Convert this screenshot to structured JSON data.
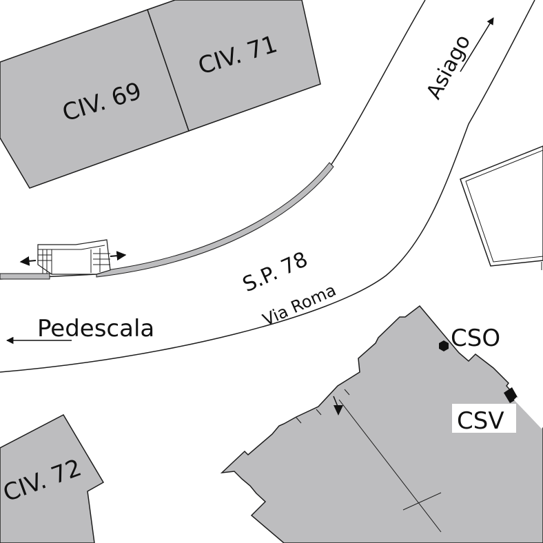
{
  "map": {
    "colors": {
      "building": "#bdbdbf",
      "outline": "#1c1c1c",
      "background": "#ffffff",
      "label_box": "#ffffff"
    },
    "buildings": [
      {
        "id": "civ69",
        "label": "CIV. 69"
      },
      {
        "id": "civ71",
        "label": "CIV. 71"
      },
      {
        "id": "civ72",
        "label": "CIV. 72"
      }
    ],
    "road": {
      "number": "S.P. 78",
      "name": "Via Roma"
    },
    "directions": [
      {
        "id": "asiago",
        "label": "Asiago"
      },
      {
        "id": "pedescala",
        "label": "Pedescala"
      }
    ],
    "markers": [
      {
        "id": "cso",
        "label": "CSO"
      },
      {
        "id": "csv",
        "label": "CSV"
      }
    ]
  }
}
